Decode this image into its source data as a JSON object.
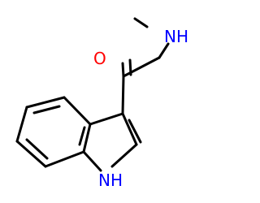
{
  "molecule": {
    "atoms": {
      "oxygen": "O",
      "amine_nitrogen": "NH",
      "indole_nitrogen": "NH"
    },
    "colors": {
      "bond": "#000000",
      "oxygen": "#ff0000",
      "nitrogen": "#0000ff",
      "background": "#ffffff"
    }
  }
}
